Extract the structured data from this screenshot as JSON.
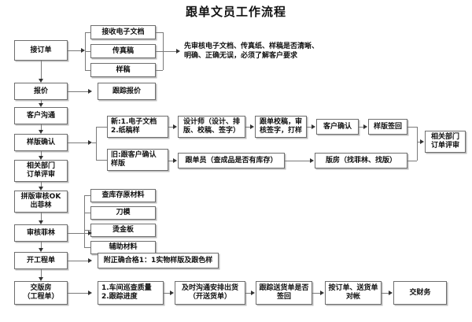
{
  "document": {
    "title": "跟单文员工作流程"
  },
  "flow": {
    "main_column": [
      {
        "id": "jiedingdan",
        "label": "接订单"
      },
      {
        "id": "baojia",
        "label": "报价"
      },
      {
        "id": "kehugoutong",
        "label": "客户沟通"
      },
      {
        "id": "yangbanqueren",
        "label": "样版确认"
      },
      {
        "id": "xiangguanbumen",
        "label": "相关部门\n订单评审"
      },
      {
        "id": "pinbanshenhe",
        "label": "拼版审核OK\n出菲林"
      },
      {
        "id": "shenhefeilin",
        "label": "审核菲林"
      },
      {
        "id": "kaigongchengdan",
        "label": "开工程单"
      },
      {
        "id": "jiaobanfang",
        "label": "交版房\n（工程单）"
      }
    ],
    "order_inputs": [
      {
        "id": "jieshou-dianzi-wendang",
        "label": "接收电子文档"
      },
      {
        "id": "chuanzhengao",
        "label": "传真稿"
      },
      {
        "id": "yanggao",
        "label": "样稿"
      }
    ],
    "order_inputs_note": "先审核电子文档、传真纸、样稿是否清晰、\n明确、正确无误，必须了解客户要求",
    "quote_followup": {
      "id": "genzongbaojia",
      "label": "跟踪报价"
    },
    "sample_branches": [
      {
        "id": "xin-branch",
        "label": "新:1.电子文档\n      2.纸稿样"
      },
      {
        "id": "jiu-branch",
        "label": "旧:跟客户确认\n      样版"
      }
    ],
    "new_path": [
      {
        "id": "shejishi",
        "label": "设计师（设计、排\n版、校稿、签字）"
      },
      {
        "id": "gendanjiaogao",
        "label": "跟单校稿，审\n核签字，打样"
      },
      {
        "id": "kehuqueren",
        "label": "客户确认"
      },
      {
        "id": "yangbanqianhui",
        "label": "样版签回"
      }
    ],
    "old_path": [
      {
        "id": "gendanyuan",
        "label": "跟单员（查成品是否有库存）"
      },
      {
        "id": "banfang",
        "label": "版房（找菲林、找版）"
      }
    ],
    "review_merge": {
      "id": "xiangguanbumen-pingshen",
      "label": "相关部门\n订单评审"
    },
    "material_checks": [
      {
        "id": "chakucunyuancailiao",
        "label": "查库存原材料"
      },
      {
        "id": "daomo",
        "label": "刀模"
      },
      {
        "id": "tangjinban",
        "label": "烫金板"
      },
      {
        "id": "fuzhucailiao",
        "label": "辅助材料"
      }
    ],
    "work_order_note": {
      "id": "fuzhengquehege",
      "label": "附正确合格1：1实物样版及跟色样"
    },
    "bottom_row": [
      {
        "id": "chejianxunchag",
        "label": "1.车间巡查质量\n2.跟踪进度"
      },
      {
        "id": "jishigoutong",
        "label": "及时沟通安排出货\n（开送货单）"
      },
      {
        "id": "genzongsonghuo",
        "label": "跟踪送货单是否\n签回"
      },
      {
        "id": "andingdanduizhang",
        "label": "按订单、送货单\n对帐"
      },
      {
        "id": "jiaocaiwu",
        "label": "交财务"
      }
    ]
  },
  "colors": {
    "box_border": "#6e6e6e",
    "box_shadow": "#bdbdbd",
    "line": "#7a7a7a",
    "arrow": "#333333",
    "text": "#111111",
    "background": "#ffffff"
  }
}
